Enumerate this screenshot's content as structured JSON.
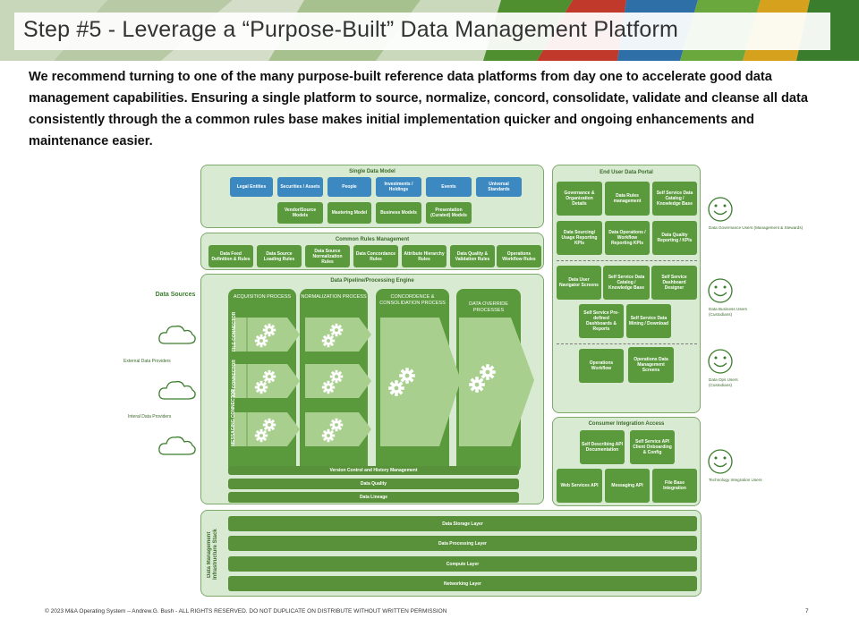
{
  "title": "Step #5  - Leverage a “Purpose-Built” Data Management Platform",
  "intro": "We recommend turning to one of the many purpose-built reference data platforms from day one to accelerate good data management capabilities.  Ensuring a single platform to source, normalize, concord, consolidate, validate and cleanse all data consistently  through the a common rules base makes initial implementation quicker and ongoing enhancements and maintenance easier.",
  "colors": {
    "green": "#5a9a3c",
    "light_green": "#d9ead3",
    "blue": "#3c88c0",
    "light_connector": "#a9cf8f"
  },
  "data_sources": {
    "title": "Data Sources",
    "external": "External Data Providers",
    "internal": "Interal Data Providers"
  },
  "single_data_model": {
    "title": "Single Data Model",
    "row1": [
      "Legal Entities",
      "Securities / Assets",
      "People",
      "Investments / Holdings",
      "Events",
      "Universal Standards"
    ],
    "row2": [
      "Vendor/Source Models",
      "Mastering Model",
      "Business Models",
      "Presentation (Curated) Models"
    ]
  },
  "common_rules": {
    "title": "Common Rules Management",
    "items": [
      "Data Feed Definition & Rules",
      "Data Source Loading Rules",
      "Data Source Normalization Rules",
      "Data Concordance Rules",
      "Attribute Hierarchy Rules",
      "Data Quality & Validation Rules",
      "Operations Workflow Rules"
    ]
  },
  "pipeline": {
    "title": "Data Pipeline/Processing Engine",
    "columns": [
      "ACQUISITION PROCESS",
      "NORMALIZATION PROCESS",
      "CONCORDENCE & CONSOLIDATION PROCESS",
      "DATA OVERRIDE PROCESSES"
    ],
    "connectors": [
      "FILE CONNECTOR",
      "API CONNECTOR",
      "MESSAGING CONNECTOR"
    ],
    "bars": [
      "Version Control and History Management",
      "Data Quality",
      "Data Lineage"
    ]
  },
  "infrastructure": {
    "title": "Data Management Infrastructure Stack",
    "layers": [
      "Data Storage Layer",
      "Data Processing Layer",
      "Compute Layer",
      "Networking Layer"
    ]
  },
  "end_user_portal": {
    "title": "End User Data Portal",
    "group1": [
      "Governance & Organization Details",
      "Data Rules management",
      "Self Service Data Catalog / Knowledge Base",
      "Data Sourcing/ Usage Reporting KPIs",
      "Data Operations / Workflow Reporting KPIs",
      "Data Quality Reporting / KPIs"
    ],
    "group2": [
      "Data User Navigator Screens",
      "Self Service Data Catalog / Knowledge Base",
      "Self Service Dashboard Designer",
      "Self Service Pre-defined Dashboards & Reports",
      "Self Service Data Mining / Download"
    ],
    "group3": [
      "Operations Workflow",
      "Operations Data Management Screens"
    ]
  },
  "consumer_integration": {
    "title": "Consumer Integration Access",
    "items": [
      "Self Describing API Documentation",
      "Self Service API Client Onboarding & Config",
      "Web Services API",
      "Messaging API",
      "File Base Integration"
    ]
  },
  "users": [
    "Data Governance Users (Management & Stewards)",
    "Data Business Users (Custodians)",
    "Data Ops Users (Custodians)",
    "Technology Integration Users"
  ],
  "footer": "© 2023  M&A Operating System – Andrew.G. Bush - ALL RIGHTS RESERVED. DO NOT DUPLICATE ON DISTRIBUTE WITHOUT WRITTEN PERMISSION",
  "page_number": "7"
}
